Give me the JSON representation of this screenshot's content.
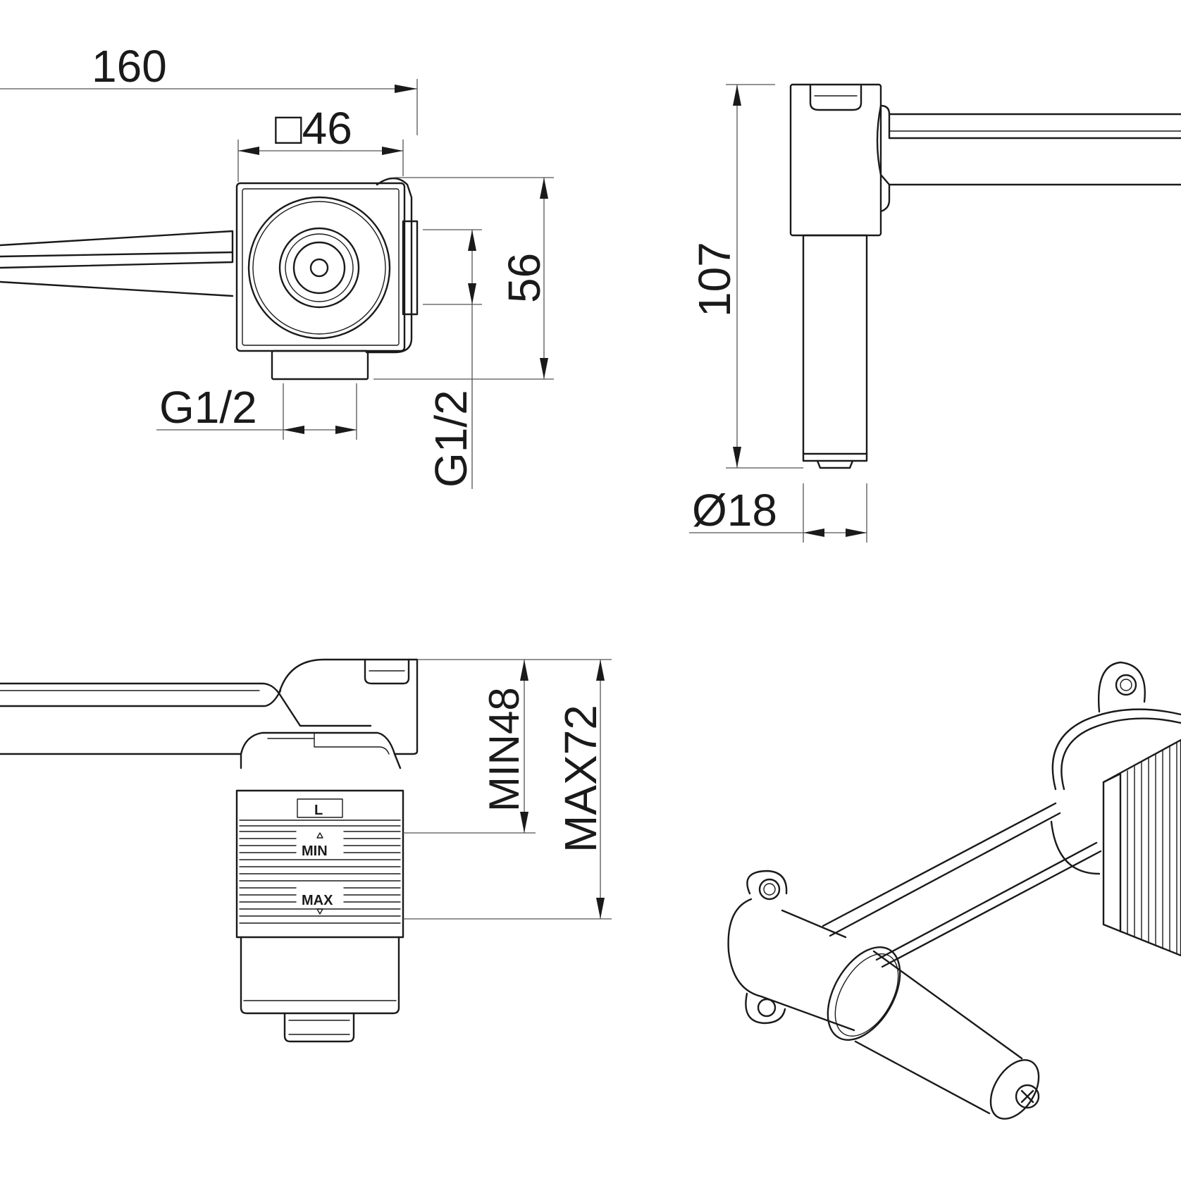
{
  "drawing": {
    "line_color": "#1a1a1a",
    "background": "#ffffff",
    "icons": [
      "phillips-screw-icon",
      "min-up-arrow-icon",
      "max-down-arrow-icon"
    ]
  },
  "front_view": {
    "dim_overall_length": "160",
    "dim_square_body": "□46",
    "dim_height": "56",
    "dim_thread_bottom": "G1/2",
    "dim_thread_side": "G1/2"
  },
  "side_view": {
    "dim_total_height": "107",
    "dim_spout_diameter": "Ø18"
  },
  "section_view": {
    "dim_min_depth": "MIN48",
    "dim_max_depth": "MAX72",
    "marking_l": "L",
    "marking_min": "MIN",
    "marking_max": "MAX"
  }
}
